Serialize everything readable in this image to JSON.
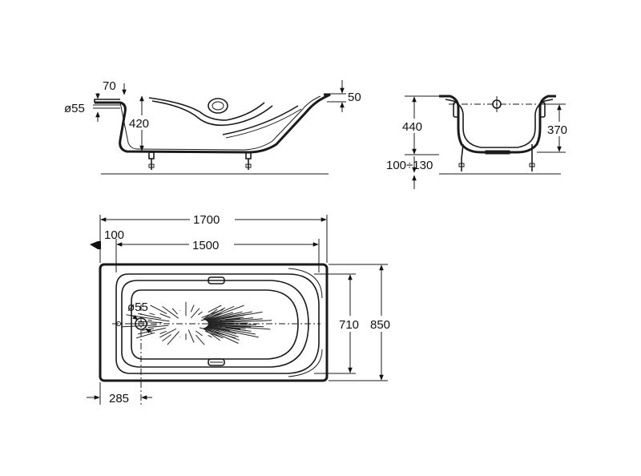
{
  "side_view": {
    "rim_overhang": "70",
    "overflow_diameter": "ø55",
    "depth": "420",
    "rim_thickness": "50"
  },
  "end_view": {
    "total_height": "440",
    "inner_height": "370",
    "foot_adjust": "100÷130"
  },
  "plan_view": {
    "overall_length": "1700",
    "inner_length": "1500",
    "end_offset": "100",
    "drain_diameter": "ø55",
    "inner_width": "710",
    "overall_width": "850",
    "drain_offset": "285"
  }
}
